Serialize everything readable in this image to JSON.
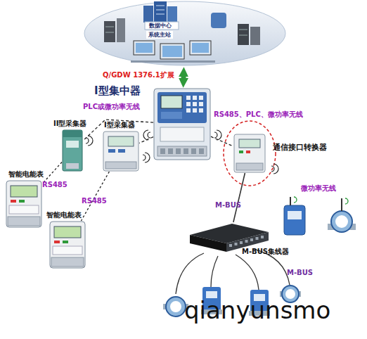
{
  "diagram": {
    "nodes": [
      {
        "text": [
          "系统主站"
        ]
      },
      {
        "text": [
          "I型集中器"
        ]
      },
      {
        "text": [
          "II型采集器"
        ]
      },
      {
        "text": [
          "I型采集器"
        ]
      },
      {
        "text": [
          "通信接口转换器"
        ]
      },
      {
        "text": [
          "智能电能表"
        ]
      },
      {
        "text": [
          "智能电能表"
        ]
      },
      {
        "text": [
          "M-BUS集线器"
        ]
      }
    ],
    "edges": [
      {
        "from": 0,
        "to": 1,
        "arrow": "both",
        "label": "Q/GDW 1376.1扩展"
      },
      {
        "from": 1,
        "to": 2,
        "arrow": "none",
        "label": "PLC或微功率无线"
      },
      {
        "from": 1,
        "to": 3,
        "arrow": "none"
      },
      {
        "from": 1,
        "to": 4,
        "arrow": "none",
        "label": "RS485、PLC、微功率无线"
      },
      {
        "from": 2,
        "to": 5,
        "arrow": "none",
        "label": "RS485"
      },
      {
        "from": 3,
        "to": 6,
        "arrow": "none",
        "label": "RS485"
      },
      {
        "from": 4,
        "to": 7,
        "arrow": "none",
        "label": "M-BUS"
      }
    ],
    "labels": [
      "数据中心",
      "微功率无线",
      "M-BUS",
      "qianyunsmo"
    ]
  }
}
